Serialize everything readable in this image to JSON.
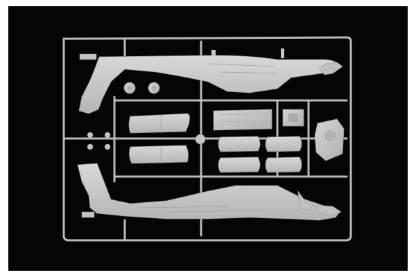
{
  "scene": {
    "description_items": [
      "sprue-frame",
      "upper-fuselage-half",
      "lower-fuselage-half",
      "wheels",
      "stub-wings",
      "engine-nacelle-parts",
      "cockpit-tub",
      "gear-box",
      "tail-gearbox-part"
    ]
  },
  "colors": {
    "background": "#050505",
    "border": "#ffffff",
    "plastic": "#c9cbc8",
    "plastic_shadow": "#a9aca9",
    "plastic_highlight": "#dadcd9"
  }
}
